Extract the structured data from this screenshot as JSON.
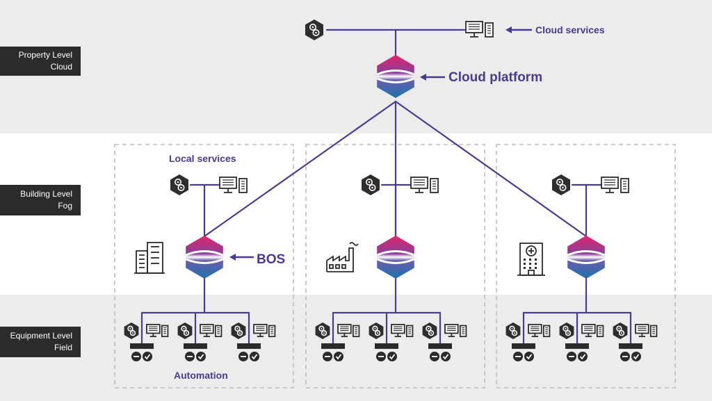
{
  "levels": [
    {
      "line1": "Property Level",
      "line2": "Cloud"
    },
    {
      "line1": "Building Level",
      "line2": "Fog"
    },
    {
      "line1": "Equipment Level",
      "line2": "Field"
    }
  ],
  "labels": {
    "cloud_services": "Cloud services",
    "cloud_platform": "Cloud platform",
    "local_services": "Local services",
    "bos": "BOS",
    "automation": "Automation"
  },
  "icons": {
    "service": "gears-hexagon-icon",
    "terminal": "monitor-server-icon",
    "platform": "platform-hexagon-icon",
    "device": "field-device-icon",
    "buildings": [
      "office-building-icon",
      "factory-icon",
      "hospital-icon"
    ]
  },
  "colors": {
    "line": "#4b3a93",
    "label_bg": "#2b2b2b",
    "accent_magenta": "#d6246e",
    "accent_blue": "#1e6fa8",
    "band_gray": "#ececec"
  }
}
